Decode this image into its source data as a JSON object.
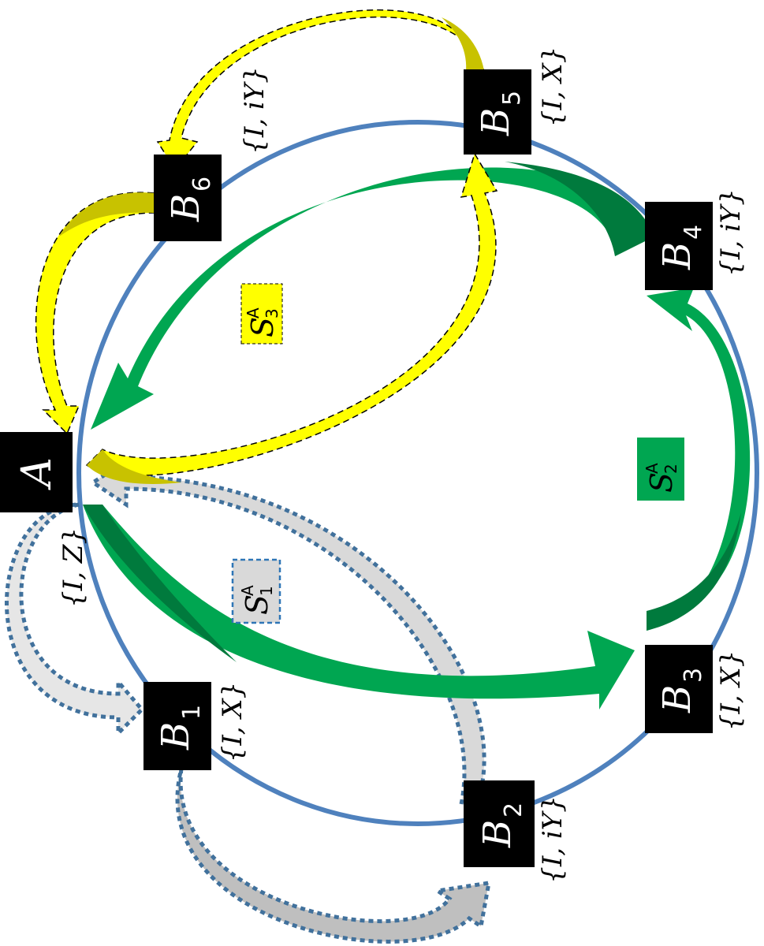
{
  "nodes": {
    "A": {
      "letter": "A",
      "sub": ""
    },
    "B1": {
      "letter": "B",
      "sub": "1"
    },
    "B2": {
      "letter": "B",
      "sub": "2"
    },
    "B3": {
      "letter": "B",
      "sub": "3"
    },
    "B4": {
      "letter": "B",
      "sub": "4"
    },
    "B5": {
      "letter": "B",
      "sub": "5"
    },
    "B6": {
      "letter": "B",
      "sub": "6"
    }
  },
  "sets": {
    "A": "{I, Z}",
    "B1": "{I, X}",
    "B2": "{I, iY}",
    "B3": "{I, X}",
    "B4": "{I, iY}",
    "B5": "{I, X}",
    "B6": "{I, iY}"
  },
  "stabilizers": {
    "s1": {
      "main": "S",
      "sub": "1",
      "sup": "A"
    },
    "s2": {
      "main": "S",
      "sub": "2",
      "sup": "A"
    },
    "s3": {
      "main": "S",
      "sub": "3",
      "sup": "A"
    }
  },
  "colors": {
    "ring": "#4f81bd",
    "node_fill": "#000000",
    "green_arrow": "#00a651",
    "green_arrow_dark": "#007a3d",
    "yellow_arrow": "#ffff00",
    "yellow_arrow_dark": "#c8c200",
    "gray_arrow": "#d9d9d9",
    "gray_arrow_dark": "#a6a6a6",
    "gray_dash": "#41719c",
    "s1_fill": "#d9d9d9",
    "s2_fill": "#00a651",
    "s3_fill": "#ffff00"
  }
}
